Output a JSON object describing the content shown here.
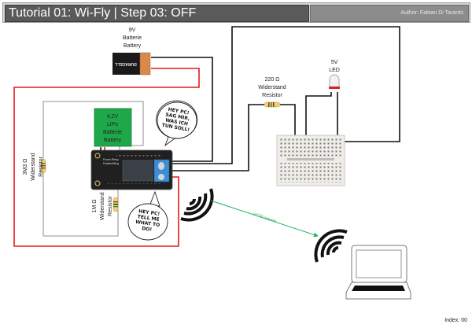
{
  "header": {
    "title": "Tutorial 01: Wi-Fly | Step 03: OFF",
    "author": "Author: Fabian Di Taranto"
  },
  "components": {
    "battery_9v": {
      "line1": "9V",
      "line2": "Batterie",
      "line3": "Battery",
      "brand": "DURACELL"
    },
    "lipo": {
      "line1": "4.2V",
      "line2": "LiPo",
      "line3": "Batterie",
      "line4": "Battery"
    },
    "resistor_220": {
      "line1": "220 Ω",
      "line2": "Widerstand",
      "line3": "Resistor"
    },
    "led": {
      "line1": "5V",
      "line2": "LED"
    },
    "resistor_3m3": {
      "line1": "3M3 Ω",
      "line2": "Widerstand",
      "line3": "Resistor"
    },
    "resistor_1m": {
      "line1": "1M Ω",
      "line2": "Widerstand",
      "line3": "Resistor"
    },
    "board": {
      "label1": "Power Relay",
      "label2": "FeatherWing"
    }
  },
  "bubbles": {
    "top": [
      "HEY PC!",
      "SAG MIR,",
      "WAS ICH",
      "TUN SOLL!"
    ],
    "bottom": [
      "HEY PC!",
      "TELL ME",
      "WHAT TO",
      "DO!"
    ]
  },
  "connection": {
    "label": "HTTP request",
    "color": "#22b35a"
  },
  "colors": {
    "wire_red": "#e21b1b",
    "wire_black": "#111111",
    "lipo_green": "#1fa84a",
    "battery_copper": "#d98a4a"
  },
  "footer": {
    "index": "Index: 00"
  }
}
